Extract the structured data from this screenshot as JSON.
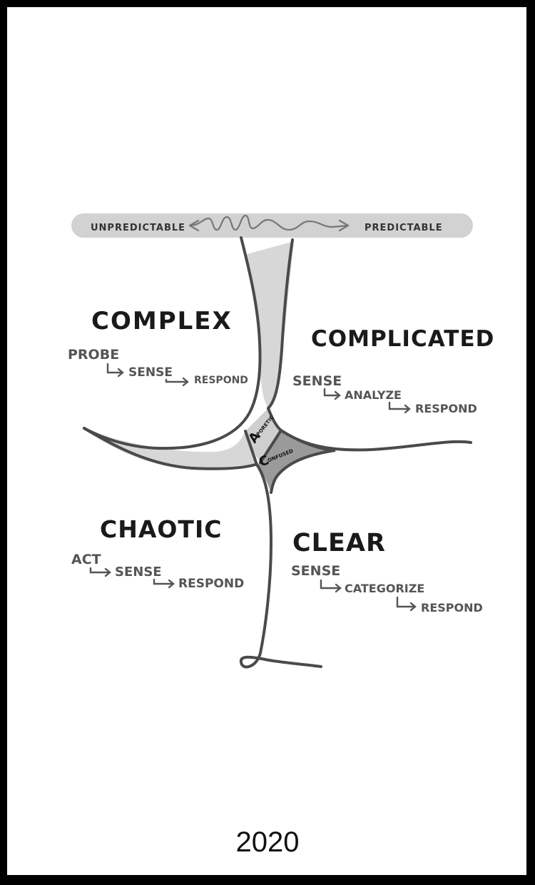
{
  "scale": {
    "left_label": "UNPREDICTABLE",
    "right_label": "PREDICTABLE"
  },
  "domains": {
    "complex": {
      "title": "COMPLEX",
      "steps": [
        "PROBE",
        "SENSE",
        "RESPOND"
      ]
    },
    "complicated": {
      "title": "COMPLICATED",
      "steps": [
        "SENSE",
        "ANALYZE",
        "RESPOND"
      ]
    },
    "chaotic": {
      "title": "CHAOTIC",
      "steps": [
        "ACT",
        "SENSE",
        "RESPOND"
      ]
    },
    "clear": {
      "title": "CLEAR",
      "steps": [
        "SENSE",
        "CATEGORIZE",
        "RESPOND"
      ]
    }
  },
  "center": {
    "aporetic": {
      "initial": "A",
      "rest": "PORETIC"
    },
    "confused": {
      "initial": "C",
      "rest": "ONFUSED"
    }
  },
  "year": "2020",
  "colors": {
    "background": "#000000",
    "page": "#ffffff",
    "ink": "#1a1a1a",
    "gray_text": "#555555",
    "line": "#4a4a4a",
    "light_fill": "#d9d9d9",
    "dark_fill": "#a6a6a6"
  }
}
